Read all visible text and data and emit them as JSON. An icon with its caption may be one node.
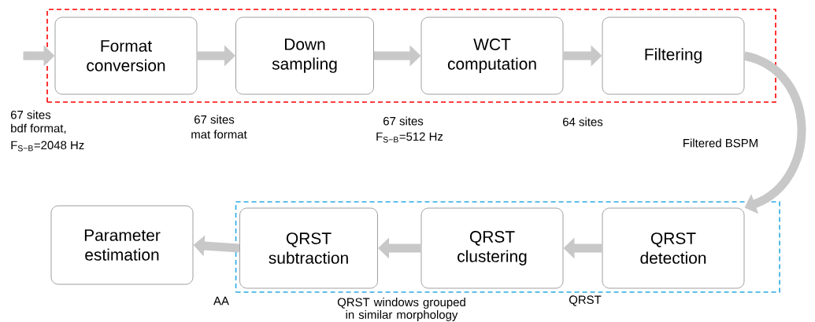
{
  "diagram": {
    "nodes": [
      {
        "text": [],
        "shape": "box"
      },
      {
        "text": [
          "Format conversion"
        ],
        "in": 0
      },
      {
        "text": [
          "Down sampling"
        ],
        "in": 0
      },
      {
        "text": [
          "WCT computation"
        ],
        "in": 0
      },
      {
        "text": [
          "Filtering"
        ],
        "in": 0
      },
      {
        "text": [
          "Parameter estimation"
        ]
      },
      {
        "text": [],
        "shape": "box"
      },
      {
        "text": [
          "QRST subtraction"
        ],
        "in": 6
      },
      {
        "text": [
          "QRST clustering"
        ],
        "in": 6
      },
      {
        "text": [
          "QRST detection"
        ],
        "in": 6
      }
    ],
    "edges": [
      {
        "from": null,
        "to": 1,
        "arrow": "to"
      },
      {
        "from": 1,
        "to": 2,
        "arrow": "to"
      },
      {
        "from": 2,
        "to": 3,
        "arrow": "to"
      },
      {
        "from": 3,
        "to": 4,
        "arrow": "to"
      },
      {
        "from": 4,
        "to": 9,
        "arrow": "to"
      },
      {
        "from": 9,
        "to": 8,
        "arrow": "to"
      },
      {
        "from": 8,
        "to": 7,
        "arrow": "to"
      },
      {
        "from": 7,
        "to": 5,
        "arrow": "to"
      }
    ],
    "labels": [
      "67 sites",
      "bdf format,",
      "F$_{S−B}$=2048 Hz",
      "67 sites",
      "mat format",
      "67 sites",
      "F$_{S−B}$=512 Hz",
      "64 sites",
      "Filtered BSPM",
      "AA",
      "QRST windows grouped in similar morphology",
      "QRST"
    ]
  }
}
